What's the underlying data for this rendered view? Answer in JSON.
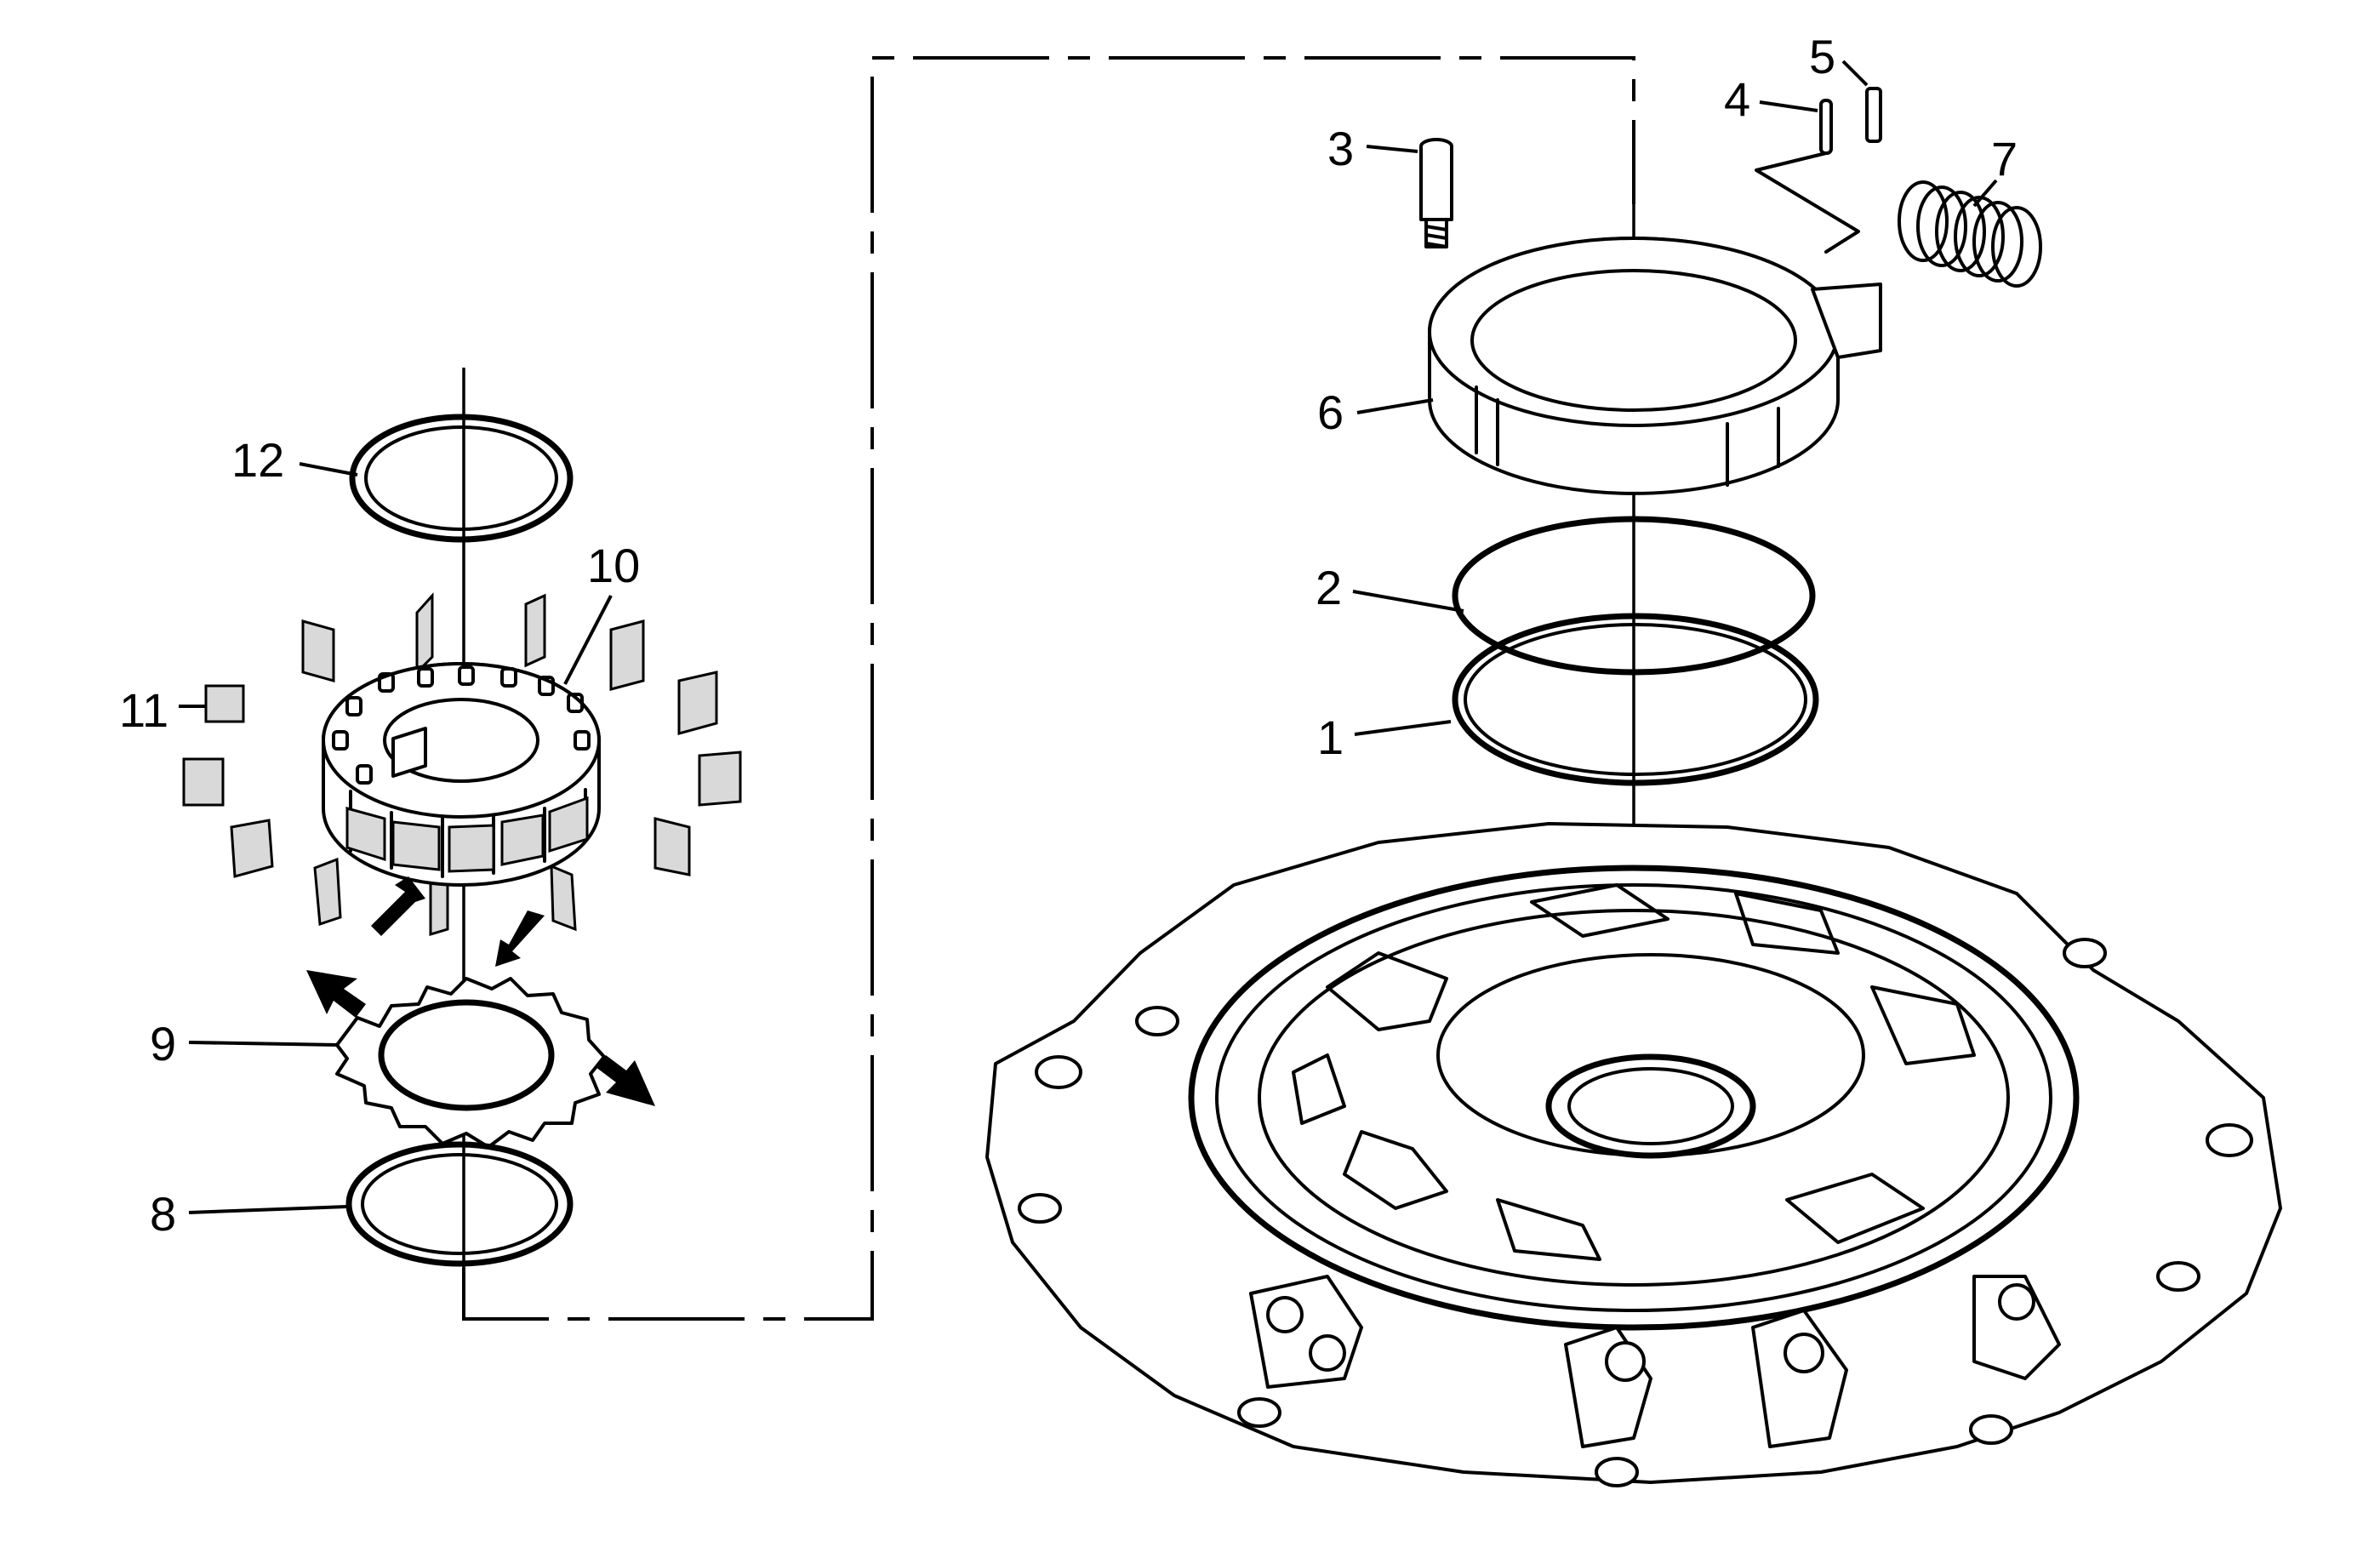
{
  "callouts": [
    {
      "id": "1",
      "text": "1"
    },
    {
      "id": "2",
      "text": "2"
    },
    {
      "id": "3",
      "text": "3"
    },
    {
      "id": "4",
      "text": "4"
    },
    {
      "id": "5",
      "text": "5"
    },
    {
      "id": "6",
      "text": "6"
    },
    {
      "id": "7",
      "text": "7"
    },
    {
      "id": "8",
      "text": "8"
    },
    {
      "id": "9",
      "text": "9"
    },
    {
      "id": "10",
      "text": "10"
    },
    {
      "id": "11",
      "text": "11"
    },
    {
      "id": "12",
      "text": "12"
    }
  ],
  "colors": {
    "line": "#000000",
    "background": "#ffffff",
    "shade": "#d9d9d9"
  }
}
